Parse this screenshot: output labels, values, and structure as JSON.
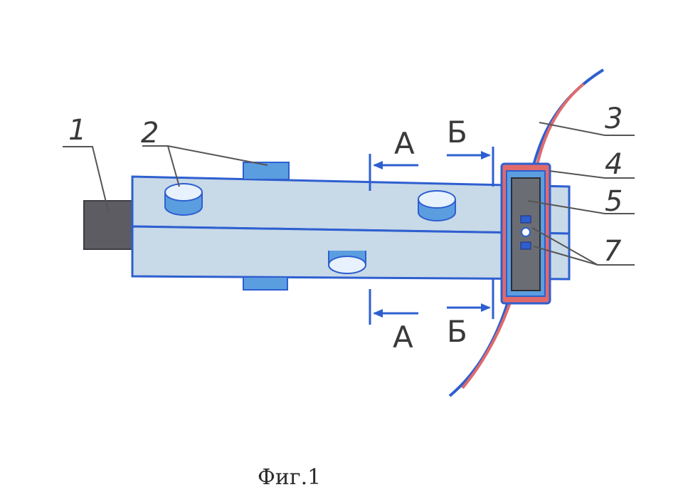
{
  "diagram": {
    "caption": "Фиг.1",
    "callouts": [
      {
        "id": "1",
        "text": "1"
      },
      {
        "id": "2",
        "text": "2"
      },
      {
        "id": "3",
        "text": "3"
      },
      {
        "id": "4",
        "text": "4"
      },
      {
        "id": "5",
        "text": "5"
      },
      {
        "id": "7",
        "text": "7"
      }
    ],
    "section_marks": {
      "a_top": "А",
      "a_bottom": "А",
      "b_top": "Б",
      "b_bottom": "Б"
    }
  },
  "colors": {
    "body_fill": "#c8d9e8",
    "outline_blue": "#2e5fd0",
    "rod_gray": "#5c5c62",
    "pin_fill": "#e8f2ff",
    "pad_blue": "#5b9ee0",
    "clamp_red": "#e06a6a",
    "block_gray": "#6a6e74",
    "leader": "#555555"
  }
}
